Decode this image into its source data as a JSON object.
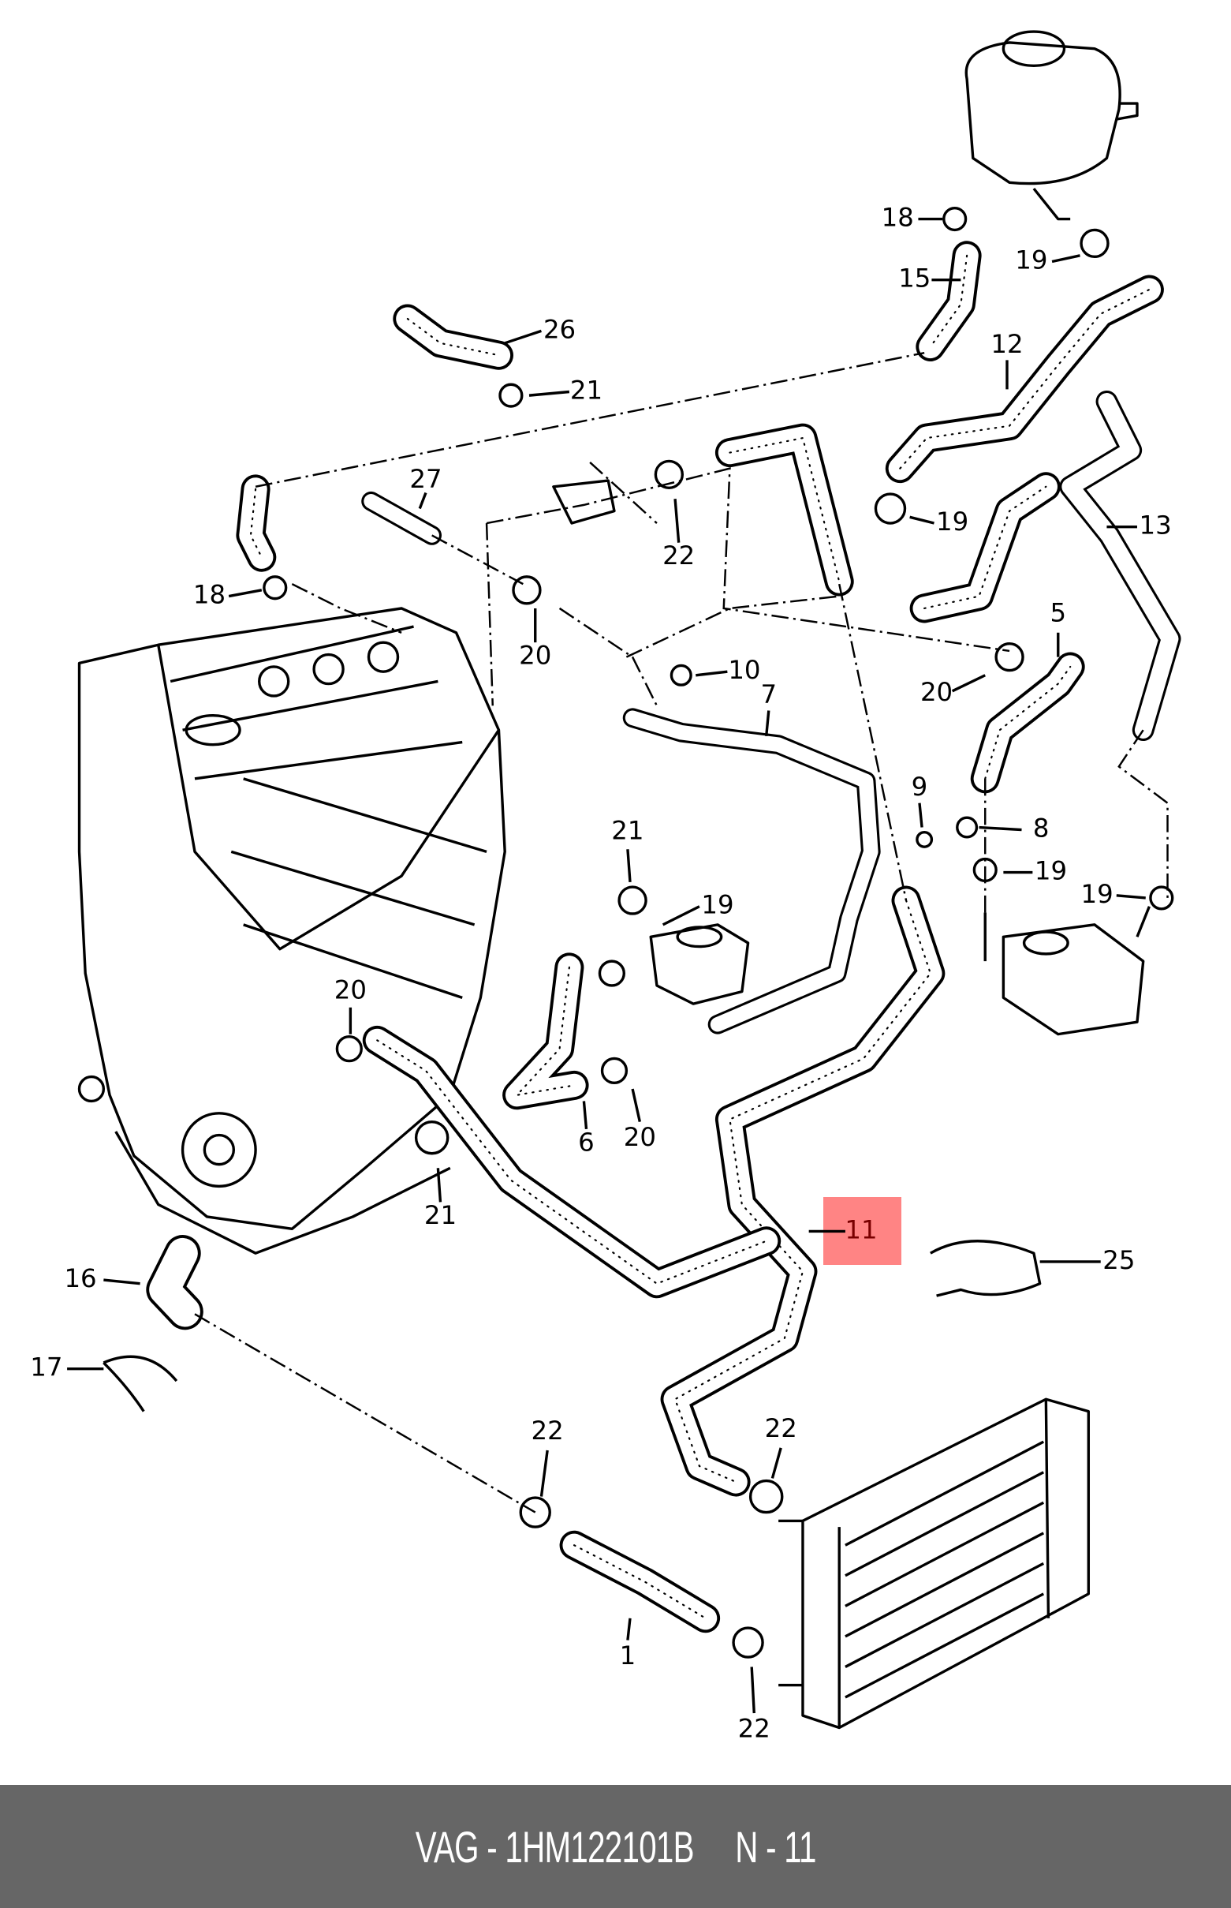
{
  "footer": {
    "part_number_text": "VAG - 1HM122101B     N - 11"
  },
  "highlight": {
    "label": "11",
    "color": "#ff5050"
  },
  "callouts": [
    {
      "label": "18"
    },
    {
      "label": "19"
    },
    {
      "label": "15"
    },
    {
      "label": "26"
    },
    {
      "label": "21"
    },
    {
      "label": "12"
    },
    {
      "label": "27"
    },
    {
      "label": "19"
    },
    {
      "label": "13"
    },
    {
      "label": "22"
    },
    {
      "label": "18"
    },
    {
      "label": "20"
    },
    {
      "label": "5"
    },
    {
      "label": "10"
    },
    {
      "label": "20"
    },
    {
      "label": "7"
    },
    {
      "label": "9"
    },
    {
      "label": "8"
    },
    {
      "label": "21"
    },
    {
      "label": "19"
    },
    {
      "label": "19"
    },
    {
      "label": "19"
    },
    {
      "label": "20"
    },
    {
      "label": "6"
    },
    {
      "label": "20"
    },
    {
      "label": "21"
    },
    {
      "label": "11"
    },
    {
      "label": "25"
    },
    {
      "label": "16"
    },
    {
      "label": "17"
    },
    {
      "label": "22"
    },
    {
      "label": "22"
    },
    {
      "label": "1"
    },
    {
      "label": "22"
    }
  ]
}
